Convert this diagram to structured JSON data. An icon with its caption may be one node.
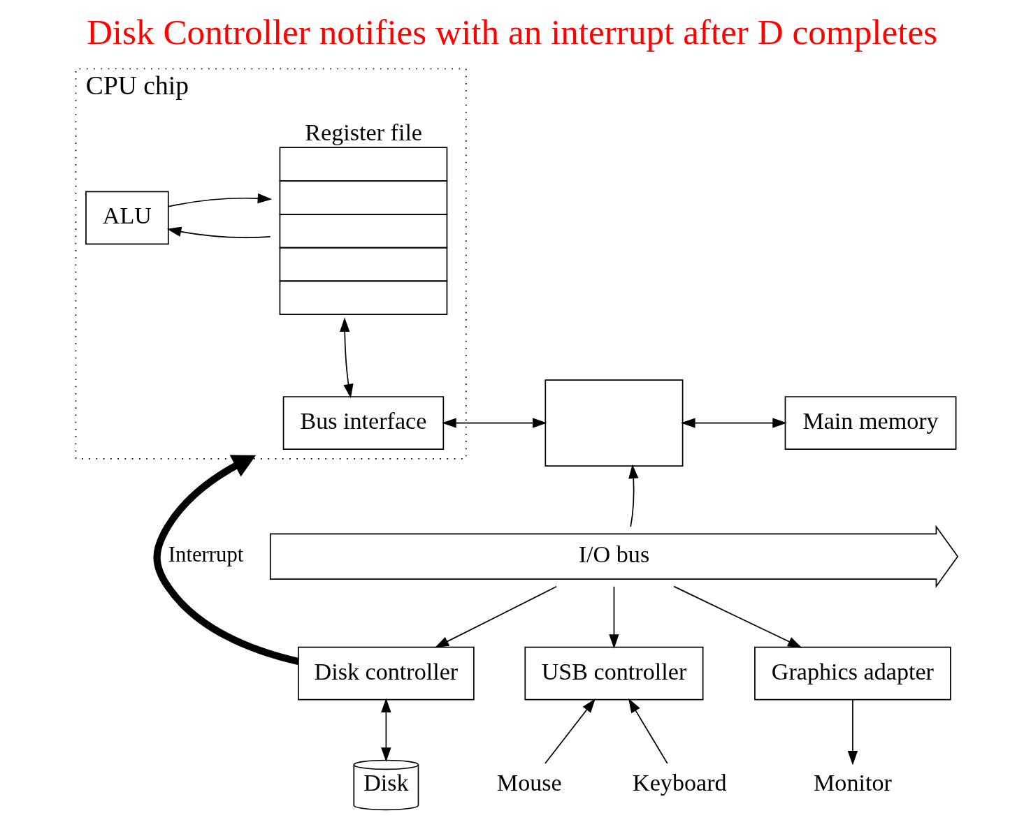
{
  "diagram": {
    "title": "Disk Controller notifies with an interrupt after D completes",
    "nodes": [
      {
        "text": [
          "CPU chip"
        ]
      },
      {
        "text": [
          "Register file"
        ],
        "in": 0
      },
      {
        "text": [
          "ALU"
        ],
        "in": 0
      },
      {
        "text": [
          "Bus interface"
        ],
        "in": 0
      },
      {
        "text": [],
        "shape": "box"
      },
      {
        "text": [
          "Main memory"
        ]
      },
      {
        "text": [
          "I/O bus"
        ]
      },
      {
        "text": [
          "USB controller"
        ]
      },
      {
        "text": [
          "Graphics adapter"
        ]
      },
      {
        "text": [
          "Disk controller"
        ]
      },
      {
        "text": [
          "Mouse"
        ]
      },
      {
        "text": [
          "Keyboard"
        ]
      },
      {
        "text": [
          "Monitor"
        ]
      },
      {
        "text": [
          "Disk"
        ]
      }
    ],
    "edges": [
      {
        "from": 1,
        "to": 2,
        "arrow": "to"
      },
      {
        "from": 2,
        "to": 1,
        "arrow": "to"
      },
      {
        "from": 1,
        "to": 3,
        "arrow": "both"
      },
      {
        "from": 3,
        "to": 4,
        "arrow": "both"
      },
      {
        "from": 4,
        "to": 5,
        "arrow": "both"
      },
      {
        "from": 6,
        "to": 4,
        "arrow": "to"
      },
      {
        "from": 6,
        "to": 7,
        "arrow": "to"
      },
      {
        "from": 6,
        "to": 8,
        "arrow": "to"
      },
      {
        "from": 6,
        "to": 9,
        "arrow": "to"
      },
      {
        "from": 10,
        "to": 7,
        "arrow": "to"
      },
      {
        "from": 11,
        "to": 7,
        "arrow": "to"
      },
      {
        "from": 8,
        "to": 12,
        "arrow": "to"
      },
      {
        "from": 9,
        "to": 13,
        "arrow": "both"
      },
      {
        "from": 9,
        "to": 0,
        "arrow": "to",
        "label": "Interrupt",
        "style": "thick"
      }
    ]
  }
}
